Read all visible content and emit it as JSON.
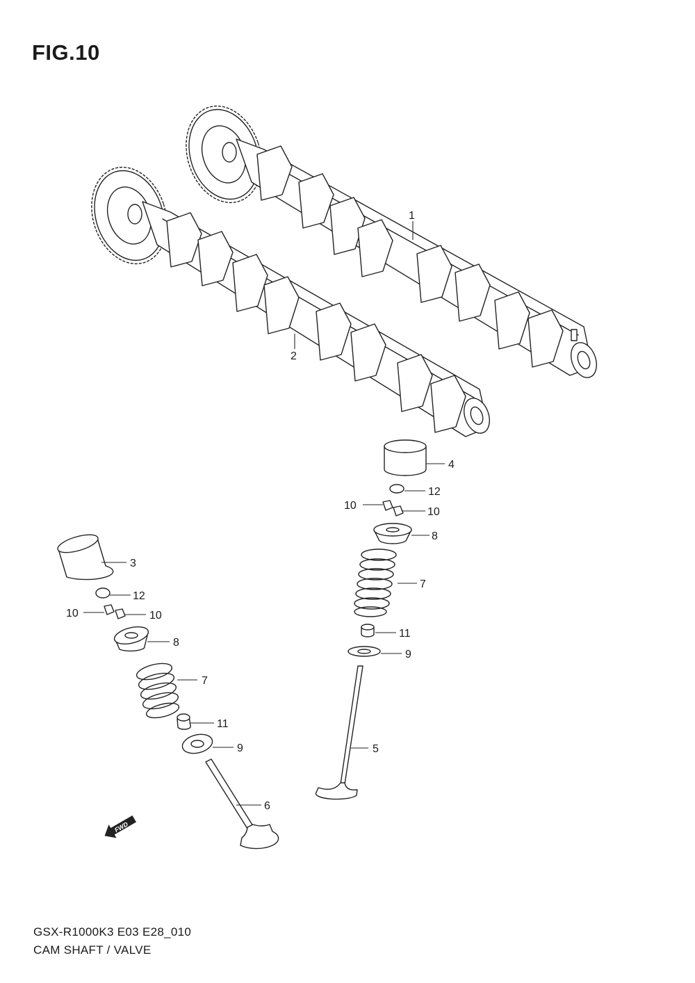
{
  "figure": {
    "title": "FIG.10"
  },
  "footer": {
    "model_code": "GSX-R1000K3 E03 E28_010",
    "section_name": "CAM SHAFT / VALVE"
  },
  "direction_marker": {
    "label": "FWD",
    "icon": "forward-arrow-icon"
  },
  "parts": [
    {
      "callout": "1",
      "part": "camshaft-upper"
    },
    {
      "callout": "2",
      "part": "camshaft-lower"
    },
    {
      "callout": "3",
      "part": "tappet-left"
    },
    {
      "callout": "4",
      "part": "tappet-right"
    },
    {
      "callout": "5",
      "part": "valve-right"
    },
    {
      "callout": "6",
      "part": "valve-left"
    },
    {
      "callout": "7",
      "part": "valve-spring"
    },
    {
      "callout": "8",
      "part": "spring-retainer"
    },
    {
      "callout": "9",
      "part": "spring-seat"
    },
    {
      "callout": "10",
      "part": "cotter"
    },
    {
      "callout": "11",
      "part": "stem-seal"
    },
    {
      "callout": "12",
      "part": "shim"
    }
  ],
  "colors": {
    "line": "#222222",
    "background": "#ffffff"
  }
}
